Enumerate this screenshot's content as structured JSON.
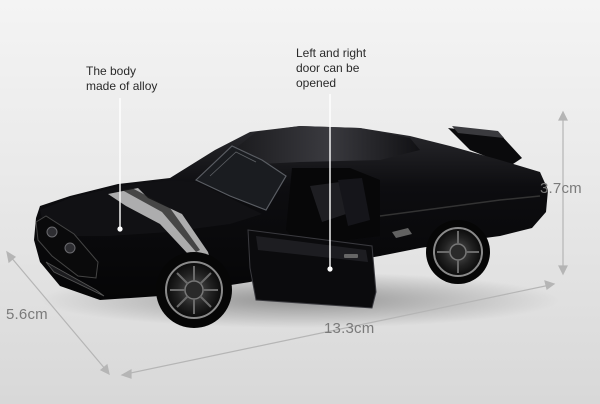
{
  "callouts": {
    "body": {
      "line1": "The body",
      "line2": "made of alloy"
    },
    "door": {
      "line1": "Left and right",
      "line2": "door can be",
      "line3": "opened"
    }
  },
  "dimensions": {
    "height": "3.7cm",
    "width": "5.6cm",
    "length": "13.3cm"
  },
  "colors": {
    "car_body": "#0c0c0e",
    "stripe": "#c9c9c9",
    "dimension_line": "#b5b5b5"
  }
}
